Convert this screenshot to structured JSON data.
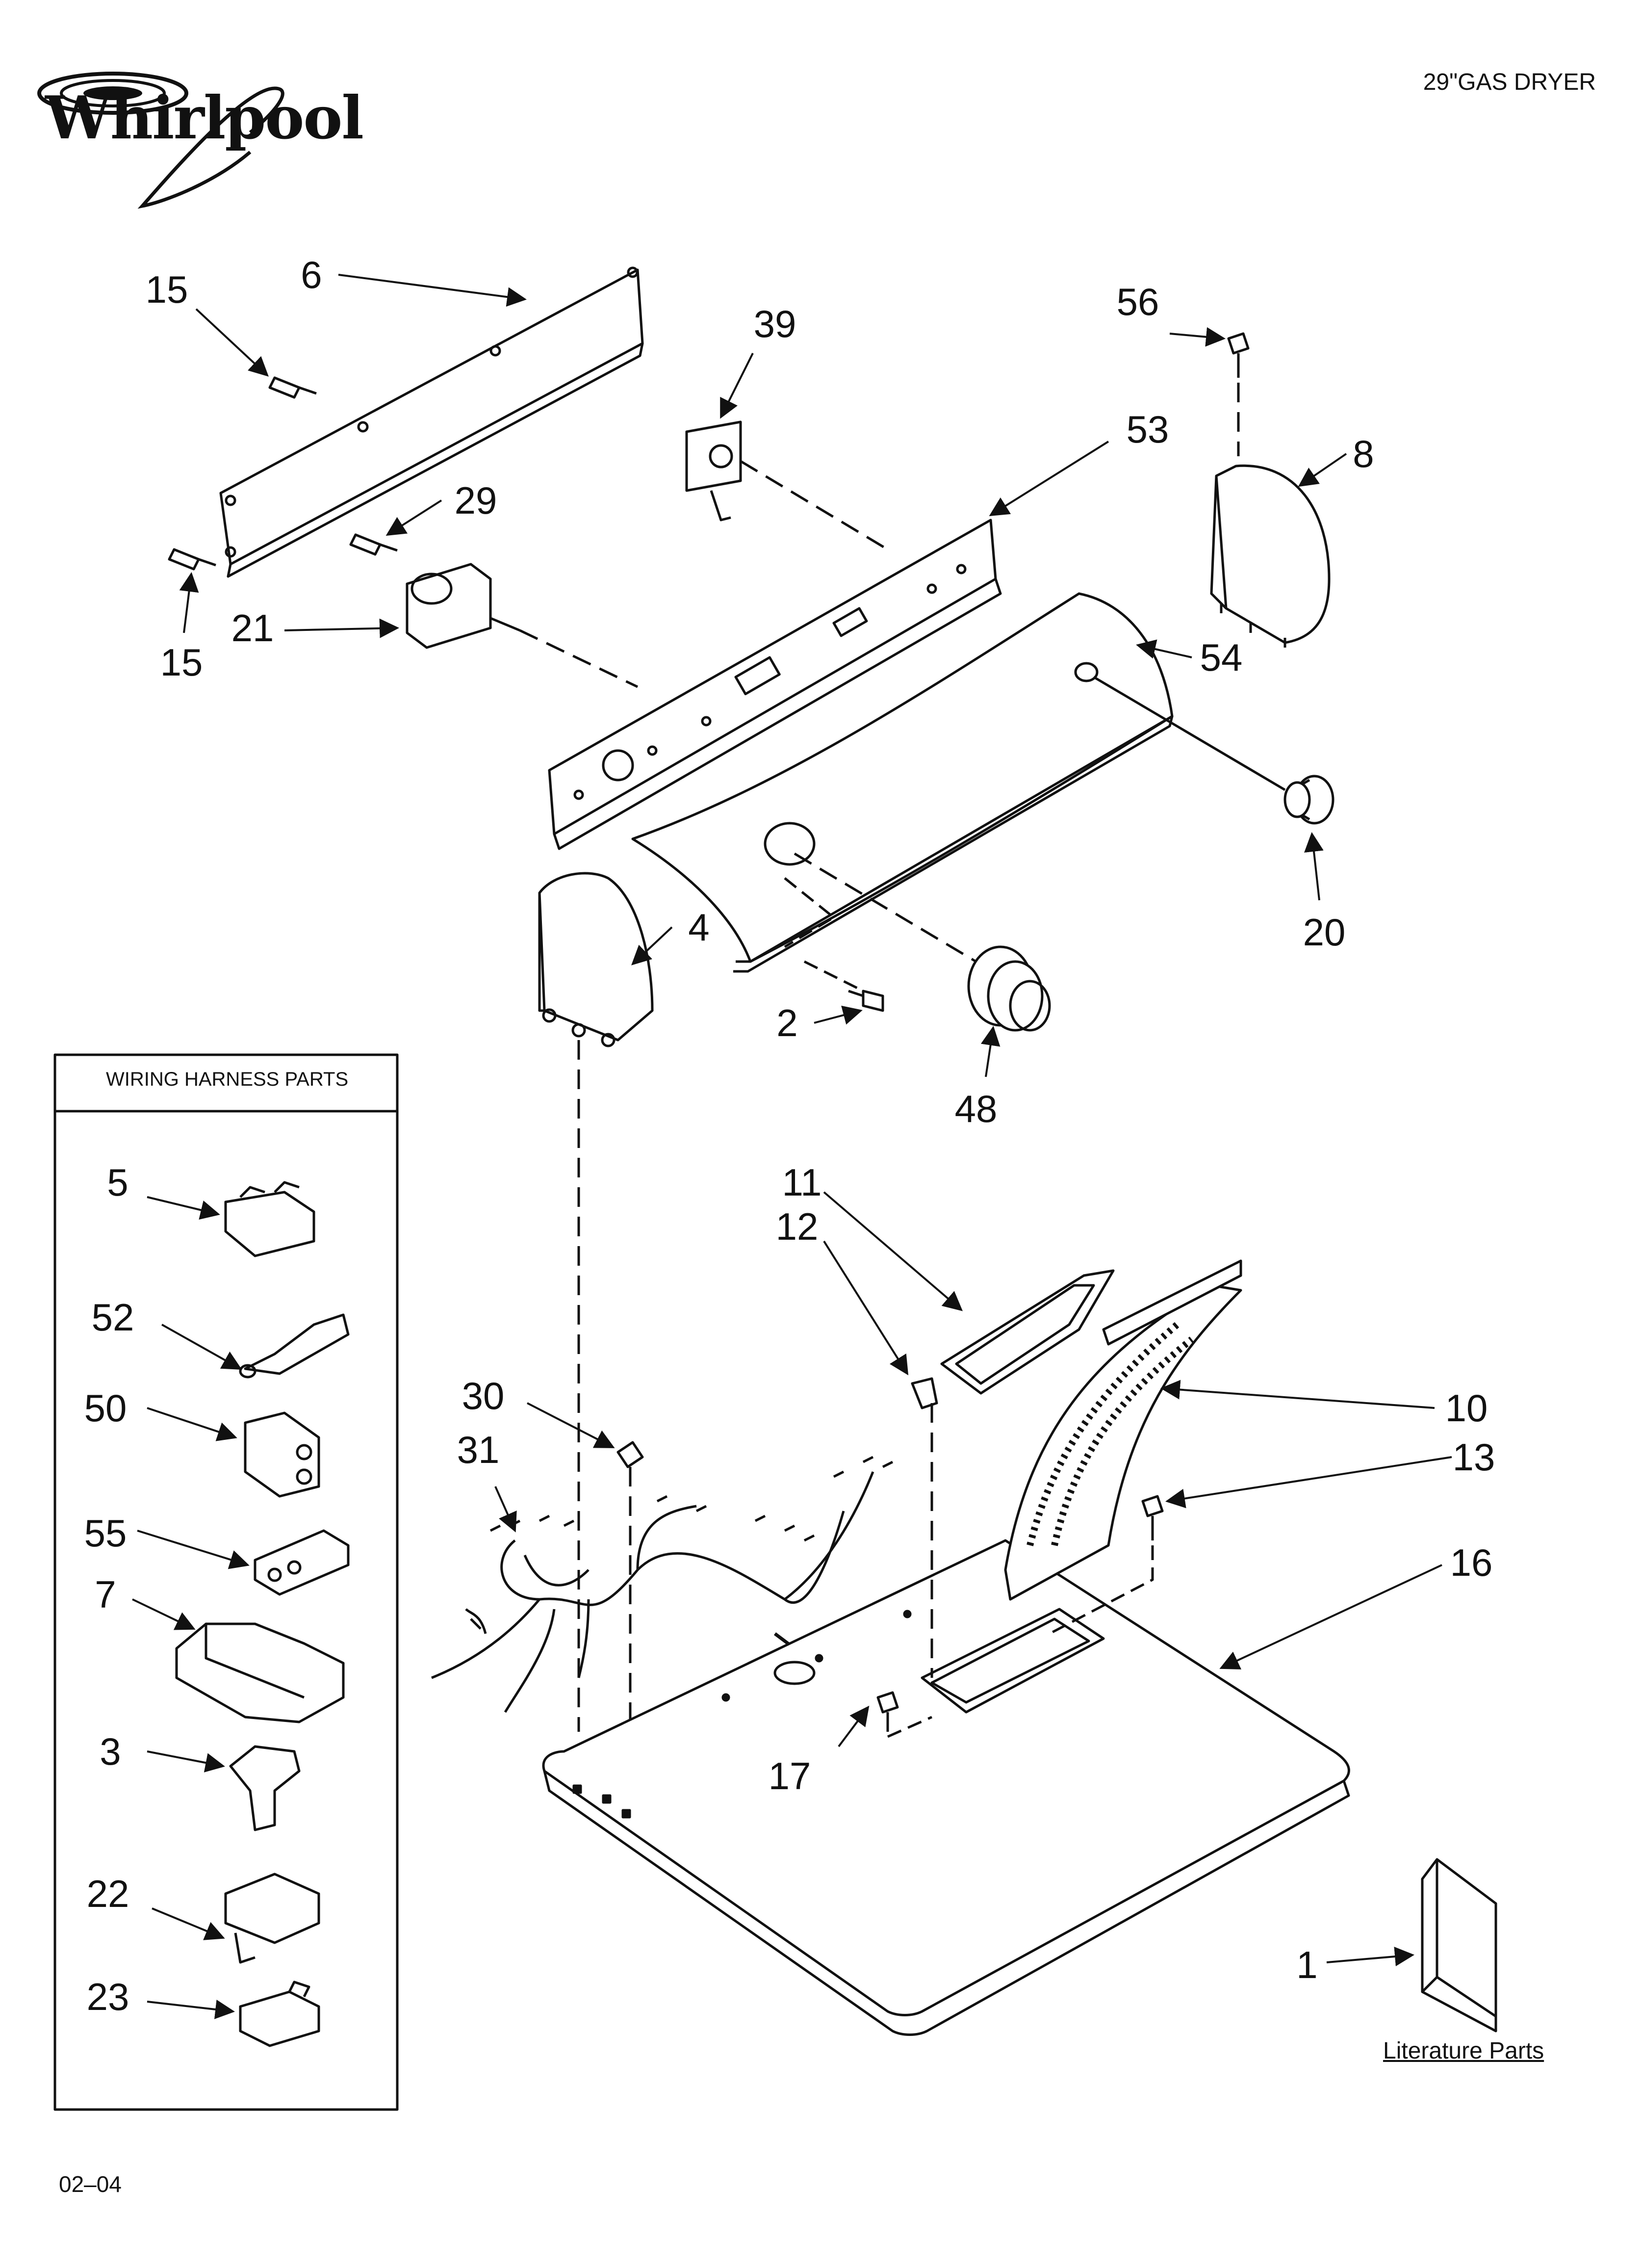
{
  "header": {
    "brand": "Whirlpool",
    "title": "29\"GAS DRYER"
  },
  "footer": {
    "date_code": "02–04"
  },
  "harness_box": {
    "title": "WIRING HARNESS PARTS",
    "parts": [
      "5",
      "52",
      "50",
      "55",
      "7",
      "3",
      "22",
      "23"
    ]
  },
  "literature": {
    "label": "Literature Parts",
    "part": "1"
  },
  "callouts": [
    {
      "id": "c15a",
      "text": "15"
    },
    {
      "id": "c6",
      "text": "6"
    },
    {
      "id": "c39",
      "text": "39"
    },
    {
      "id": "c56",
      "text": "56"
    },
    {
      "id": "c53",
      "text": "53"
    },
    {
      "id": "c8",
      "text": "8"
    },
    {
      "id": "c29",
      "text": "29"
    },
    {
      "id": "c15b",
      "text": "15"
    },
    {
      "id": "c21",
      "text": "21"
    },
    {
      "id": "c15c",
      "text": "15"
    },
    {
      "id": "c54",
      "text": "54"
    },
    {
      "id": "c4",
      "text": "4"
    },
    {
      "id": "c20",
      "text": "20"
    },
    {
      "id": "c2",
      "text": "2"
    },
    {
      "id": "c48",
      "text": "48"
    },
    {
      "id": "c11",
      "text": "11"
    },
    {
      "id": "c12",
      "text": "12"
    },
    {
      "id": "c10",
      "text": "10"
    },
    {
      "id": "c30",
      "text": "30"
    },
    {
      "id": "c13",
      "text": "13"
    },
    {
      "id": "c31",
      "text": "31"
    },
    {
      "id": "c16",
      "text": "16"
    },
    {
      "id": "c17",
      "text": "17"
    }
  ]
}
